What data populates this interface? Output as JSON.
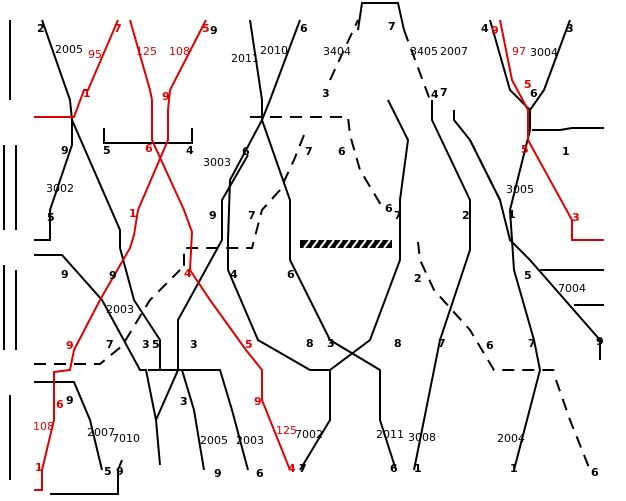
{
  "diagram": {
    "colors": {
      "line": "#000000",
      "highlight": "#e00000",
      "background": "#ffffff"
    },
    "top_numbers": [
      "2",
      "7",
      "5",
      "9",
      "6",
      "7",
      "4",
      "9",
      "3"
    ],
    "bottom_numbers": [
      "5",
      "9",
      "9",
      "6",
      "4",
      "7",
      "6",
      "1",
      "1",
      "6"
    ],
    "route_labels": {
      "r2005": "2005",
      "r95": "95",
      "r125a": "125",
      "r108a": "108",
      "r2011": "2011",
      "r2010a": "2010",
      "r3404": "3404",
      "r3405": "3405",
      "r2007a": "2007",
      "r97": "97",
      "r3004": "3004",
      "r3003": "3003",
      "r3002": "3002",
      "r3005": "3005",
      "r2003a": "2003",
      "r7004": "7004",
      "r108b": "108",
      "r2007b": "2007",
      "r7010": "7010",
      "r2005b": "2005",
      "r2003b": "2003",
      "r125b": "125",
      "r7002": "7002",
      "r2011b": "2011",
      "r3008": "3008",
      "r2004": "2004"
    },
    "node_numbers": {
      "n1": "1",
      "n9a": "9",
      "n5a": "5",
      "n6a": "6",
      "n4a": "4",
      "n9b": "9",
      "n3a": "3",
      "n4b": "4",
      "n7a": "7",
      "n6b": "6",
      "n5b": "5",
      "n6c": "6",
      "n5c": "5",
      "n1b": "1",
      "n7b": "7",
      "n6d": "6",
      "n7c": "7",
      "n1c": "1",
      "n2a": "2",
      "n3b": "3",
      "n5d": "5",
      "n9c": "9",
      "n9d": "9",
      "n4c": "4",
      "n4d": "4",
      "n6e": "6",
      "n2b": "2",
      "n5e": "5",
      "n1d": "1",
      "n9e": "9",
      "n7d": "7",
      "n3c": "3",
      "n5f": "5",
      "n3d": "3",
      "n5g": "5",
      "n8a": "8",
      "n3e": "3",
      "n8b": "8",
      "n7e": "7",
      "n6f": "6",
      "n7f": "7",
      "n9f": "9",
      "n6g": "6",
      "n9g": "9",
      "n3f": "3",
      "n9h": "9"
    }
  }
}
